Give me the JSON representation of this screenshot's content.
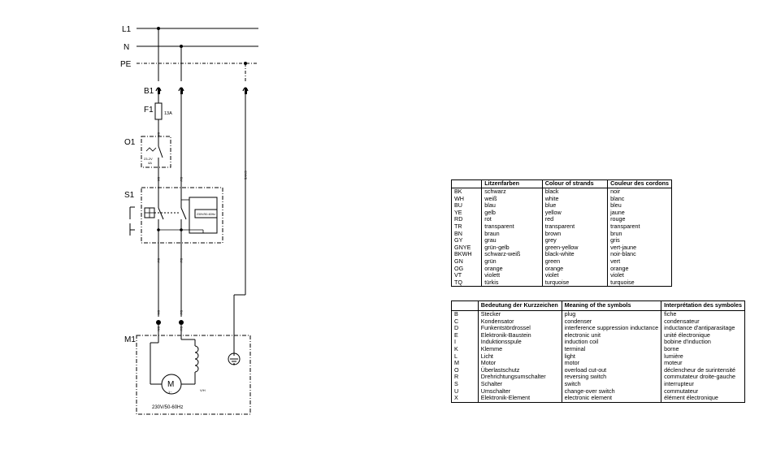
{
  "schematic": {
    "rails": {
      "l1": "L1",
      "n": "N",
      "pe": "PE"
    },
    "components": {
      "b1": "B1",
      "f1": "F1",
      "f1_rating": "13A",
      "o1": "O1",
      "o1_detail_a": "23-2V",
      "o1_detail_b": "4A",
      "s1": "S1",
      "s1_detail": "230V/50-60Hz",
      "m1": "M1",
      "motor_symbol": "M",
      "motor_sub": "1~",
      "motor_rating": "230V/50-60Hz",
      "motor_terminals": "V/H"
    },
    "wire_codes": {
      "bn": "BN",
      "bk": "BK",
      "bu": "BU",
      "gnye": "GNYE"
    }
  },
  "colour_table": {
    "headers": [
      "",
      "Litzenfarben",
      "Colour of strands",
      "Couleur des cordons"
    ],
    "rows": [
      [
        "BK",
        "schwarz",
        "black",
        "noir"
      ],
      [
        "WH",
        "weiß",
        "white",
        "blanc"
      ],
      [
        "BU",
        "blau",
        "blue",
        "bleu"
      ],
      [
        "YE",
        "gelb",
        "yellow",
        "jaune"
      ],
      [
        "RD",
        "rot",
        "red",
        "rouge"
      ],
      [
        "TR",
        "transparent",
        "transparent",
        "transparent"
      ],
      [
        "BN",
        "braun",
        "brown",
        "brun"
      ],
      [
        "GY",
        "grau",
        "grey",
        "gris"
      ],
      [
        "GNYE",
        "grün-gelb",
        "green-yellow",
        "vert-jaune"
      ],
      [
        "BKWH",
        "schwarz-weiß",
        "black-white",
        "noir-blanc"
      ],
      [
        "GN",
        "grün",
        "green",
        "vert"
      ],
      [
        "OG",
        "orange",
        "orange",
        "orange"
      ],
      [
        "VT",
        "violett",
        "violet",
        "violet"
      ],
      [
        "TQ",
        "türkis",
        "turquoise",
        "turquoise"
      ]
    ]
  },
  "symbol_table": {
    "headers": [
      "",
      "Bedeutung der Kurzzeichen",
      "Meaning of the symbols",
      "Interprétation des symboles"
    ],
    "rows": [
      [
        "B",
        "Stecker",
        "plug",
        "fiche"
      ],
      [
        "C",
        "Kondensator",
        "condenser",
        "condensateur"
      ],
      [
        "D",
        "Funkentstördrossel",
        "interference suppression inductance",
        "inductance d'antiparasitage"
      ],
      [
        "E",
        "Elektronik-Baustein",
        "electronic unit",
        "unité électronique"
      ],
      [
        "I",
        "Induktionsspule",
        "induction coil",
        "bobine d'induction"
      ],
      [
        "K",
        "Klemme",
        "terminal",
        "borne"
      ],
      [
        "L",
        "Licht",
        "light",
        "lumière"
      ],
      [
        "M",
        "Motor",
        "motor",
        "moteur"
      ],
      [
        "O",
        "Überlastschutz",
        "overload cut-out",
        "déclencheur de surintensité"
      ],
      [
        "R",
        "Drehrichtungsumschalter",
        "reversing switch",
        "commutateur droite-gauche"
      ],
      [
        "S",
        "Schalter",
        "switch",
        "interrupteur"
      ],
      [
        "U",
        "Umschalter",
        "change-over switch",
        "commutateur"
      ],
      [
        "X",
        "Elektronik-Element",
        "electronic element",
        "élément électronique"
      ]
    ]
  }
}
